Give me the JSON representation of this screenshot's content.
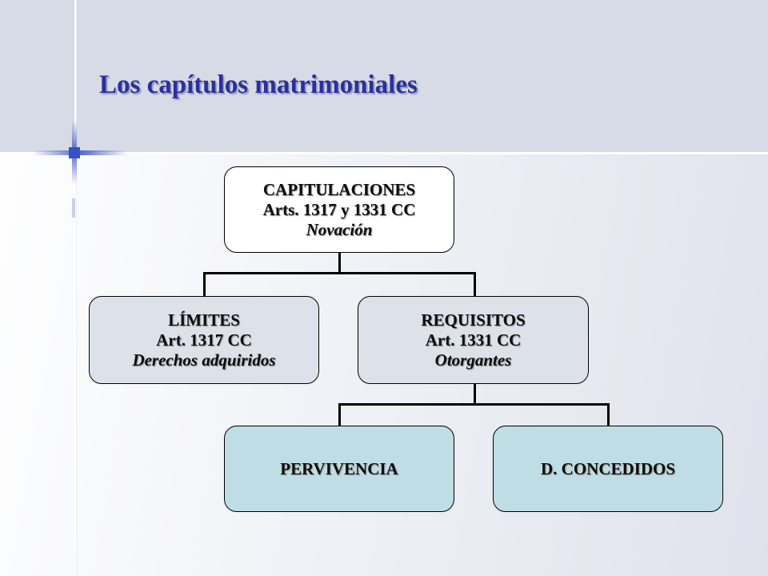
{
  "slide": {
    "title": "Los capítulos matrimoniales"
  },
  "diagram": {
    "root": {
      "line1": "CAPITULACIONES",
      "line2": "Arts. 1317 y 1331 CC",
      "line3": "Novación"
    },
    "limites": {
      "line1": "LÍMITES",
      "line2": "Art. 1317 CC",
      "line3": "Derechos adquiridos"
    },
    "requisitos": {
      "line1": "REQUISITOS",
      "line2": "Art. 1331 CC",
      "line3": "Otorgantes"
    },
    "pervivencia": {
      "label": "PERVIVENCIA"
    },
    "concedidos": {
      "label": "D. CONCEDIDOS"
    }
  },
  "colors": {
    "title": "#2a2fa0",
    "header_band": "#d7dbe5",
    "level2_fill": "#dde1ea",
    "level3_fill": "#bfdde4",
    "accent_blue": "#3a50c0"
  }
}
